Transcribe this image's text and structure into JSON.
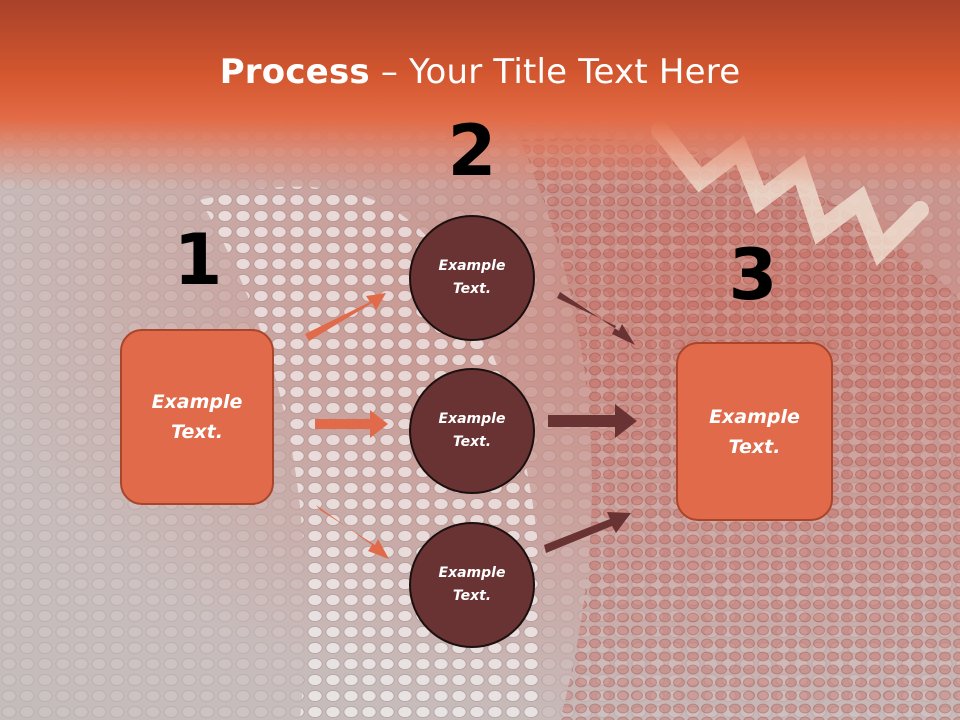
{
  "title": {
    "bold": "Process",
    "rest": " – Your Title Text Here"
  },
  "steps": [
    {
      "number": "1"
    },
    {
      "number": "2"
    },
    {
      "number": "3"
    }
  ],
  "input_box": {
    "line1": "Example",
    "line2": "Text."
  },
  "circles": [
    {
      "line1": "Example",
      "line2": "Text."
    },
    {
      "line1": "Example",
      "line2": "Text."
    },
    {
      "line1": "Example",
      "line2": "Text."
    }
  ],
  "output_box": {
    "line1": "Example",
    "line2": "Text."
  },
  "colors": {
    "banner": "#d4572f",
    "box_fill": "#e06a49",
    "circle_fill": "#6a3333",
    "arrow_in": "#e06a49",
    "arrow_out": "#6a3333"
  }
}
